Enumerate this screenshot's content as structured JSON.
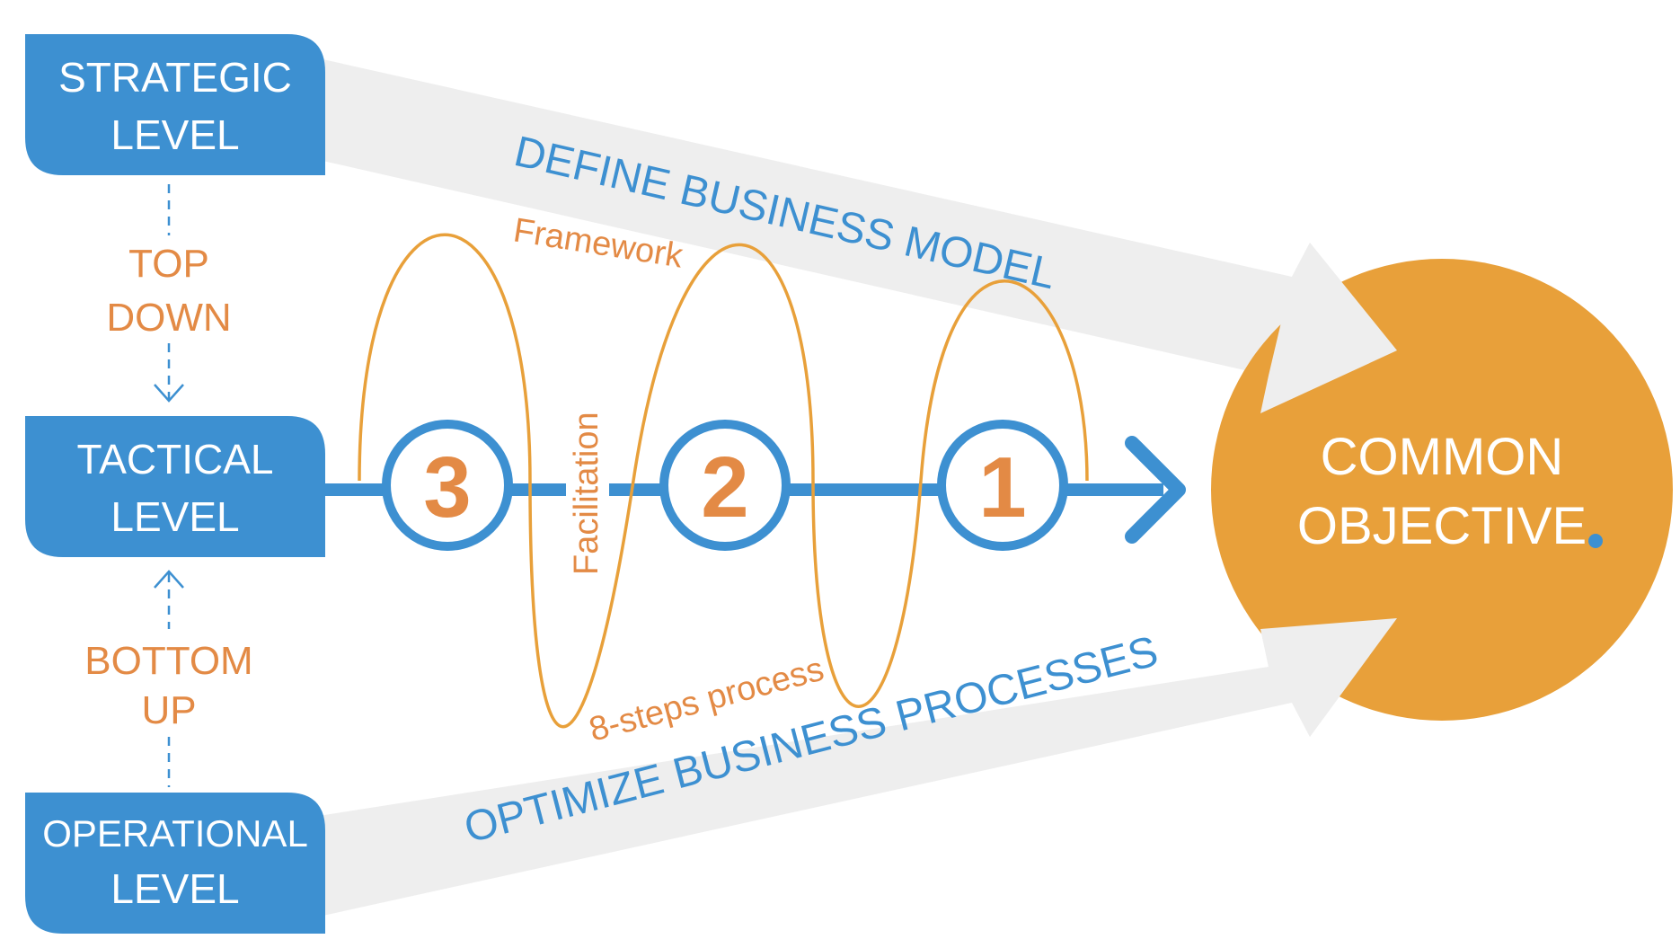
{
  "levels": {
    "strategic": [
      "STRATEGIC",
      "LEVEL"
    ],
    "tactical": [
      "TACTICAL",
      "LEVEL"
    ],
    "operational": [
      "OPERATIONAL",
      "LEVEL"
    ]
  },
  "flows": {
    "top_down": [
      "TOP",
      "DOWN"
    ],
    "bottom_up": [
      "BOTTOM",
      "UP"
    ]
  },
  "arrows": {
    "top_label": "DEFINE BUSINESS MODEL",
    "bottom_label": "OPTIMIZE BUSINESS PROCESSES"
  },
  "process": {
    "framework_label": "Framework",
    "facilitation_label": "Facilitation",
    "steps_label": "8-steps process",
    "steps": [
      "3",
      "2",
      "1"
    ]
  },
  "objective": {
    "lines": [
      "COMMON",
      "OBJECTIVE"
    ],
    "dot": "."
  },
  "colors": {
    "blue": "#3d90d1",
    "orange": "#e8a03a",
    "orange_text": "#e38a45",
    "arrow_gray": "#eeeeee"
  }
}
